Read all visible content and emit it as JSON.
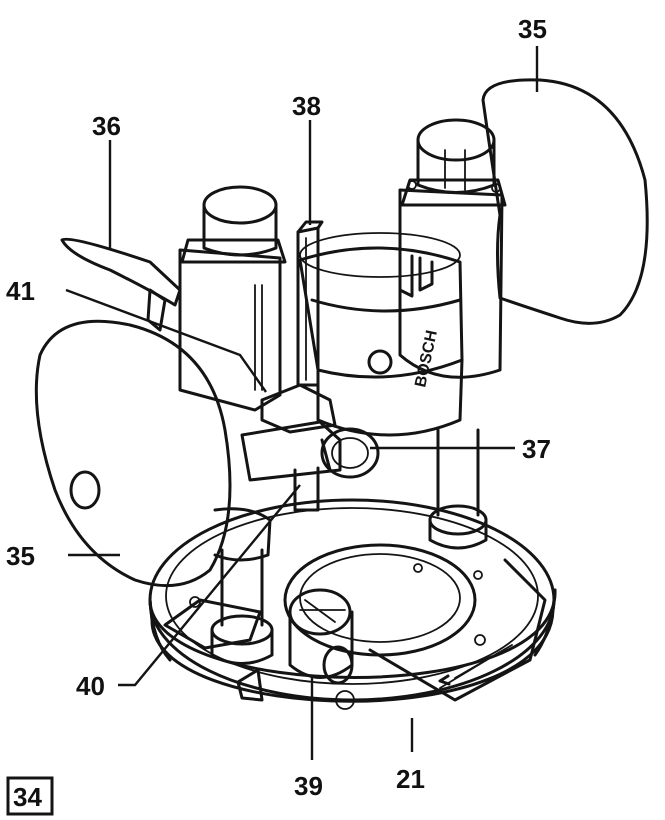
{
  "figure": {
    "number": "34"
  },
  "callouts": {
    "c35_top": "35",
    "c36": "36",
    "c38": "38",
    "c41": "41",
    "c37": "37",
    "c35_left": "35",
    "c40": "40",
    "c39": "39",
    "c21": "21"
  },
  "brand_mark": "BOSCH"
}
